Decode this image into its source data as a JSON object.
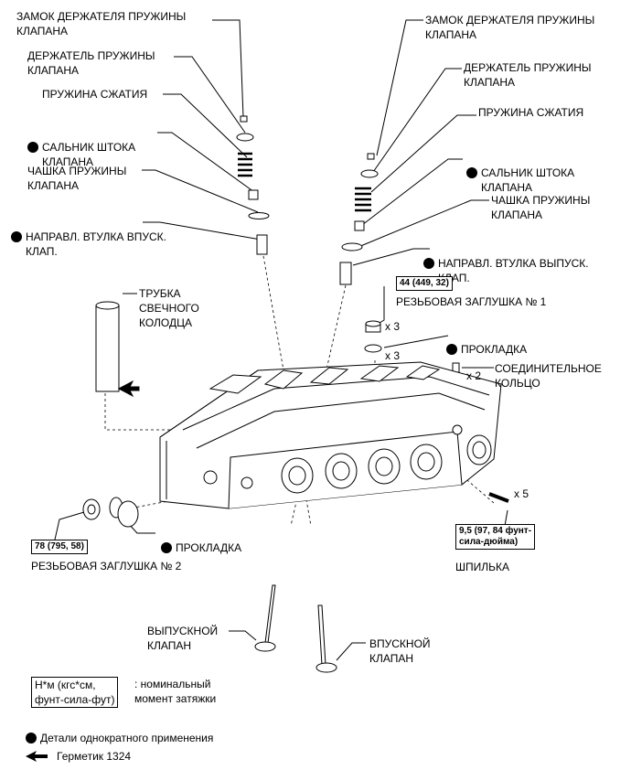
{
  "left": {
    "retainer_lock": "ЗАМОК ДЕРЖАТЕЛЯ ПРУЖИНЫ\nКЛАПАНА",
    "spring_retainer": "ДЕРЖАТЕЛЬ ПРУЖИНЫ\nКЛАПАНА",
    "compression_spring": "ПРУЖИНА СЖАТИЯ",
    "stem_oil_seal": "САЛЬНИК ШТОКА\nКЛАПАНА",
    "spring_seat": "ЧАШКА ПРУЖИНЫ\nКЛАПАНА",
    "intake_guide_bush": "НАПРАВЛ. ВТУЛКА ВПУСК.\nКЛАП.",
    "spark_plug_tube": "ТРУБКА\nСВЕЧНОГО\nКОЛОДЦА"
  },
  "right": {
    "retainer_lock": "ЗАМОК ДЕРЖАТЕЛЯ ПРУЖИНЫ\nКЛАПАНА",
    "spring_retainer": "ДЕРЖАТЕЛЬ ПРУЖИНЫ\nКЛАПАНА",
    "compression_spring": "ПРУЖИНА СЖАТИЯ",
    "stem_oil_seal": "САЛЬНИК ШТОКА\nКЛАПАНА",
    "spring_seat": "ЧАШКА ПРУЖИНЫ\nКЛАПАНА",
    "exhaust_guide_bush": "НАПРАВЛ. ВТУЛКА ВЫПУСК.\nКЛАП.",
    "plug1_torque": "44 (449, 32)",
    "plug1": "РЕЗЬБОВАЯ ЗАГЛУШКА № 1",
    "gasket": "ПРОКЛАДКА",
    "ring_pin": "СОЕДИНИТЕЛЬНОЕ\nКОЛЬЦО",
    "qty_plug1": "x 3",
    "qty_gasket1": "x 3",
    "qty_ring": "x 2",
    "qty_stud": "x 5",
    "stud_torque": "9,5 (97, 84 фунт-\nсила-дюйма)",
    "stud": "ШПИЛЬКА"
  },
  "bottom": {
    "plug2_torque": "78 (795, 58)",
    "plug2": "РЕЗЬБОВАЯ ЗАГЛУШКА № 2",
    "gasket2": "ПРОКЛАДКА",
    "exhaust_valve": "ВЫПУСКНОЙ\nКЛАПАН",
    "intake_valve": "ВПУСКНОЙ\nКЛАПАН"
  },
  "legend": {
    "torque_box": "Н*м (кгс*см,\nфунт-сила-фут)",
    "torque_desc": ": номинальный\nмомент затяжки",
    "nonreusable": "Детали однократного применения",
    "sealant": "Герметик 1324"
  }
}
